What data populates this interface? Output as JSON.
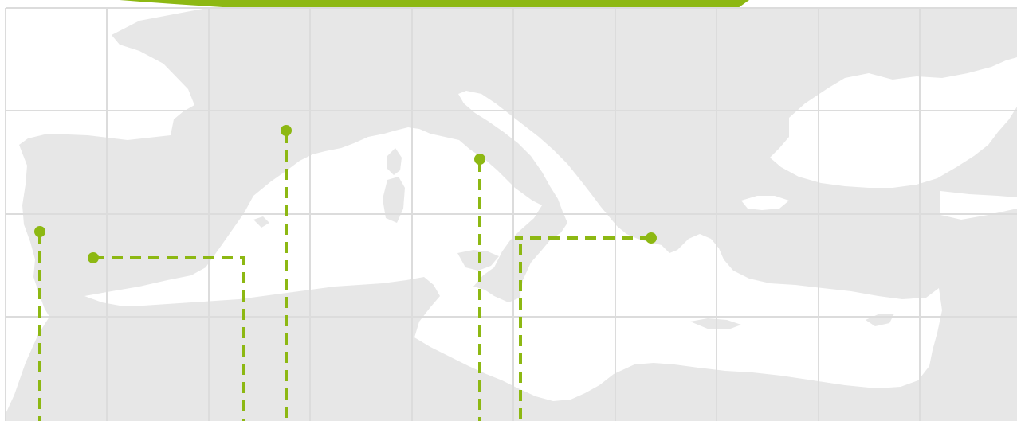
{
  "colors": {
    "background": "#ffffff",
    "land": "#e7e7e7",
    "sea": "#ffffff",
    "grid": "#ffffff",
    "accent": "#8db813",
    "accent_dark": "#5f7f0d"
  },
  "map": {
    "region": "mediterranean-basin",
    "grid": true,
    "markers": [
      {
        "id": "lisbon-area"
      },
      {
        "id": "andalusia-area"
      },
      {
        "id": "southern-france-area"
      },
      {
        "id": "central-italy-area"
      },
      {
        "id": "athens-area"
      }
    ]
  },
  "banner": {
    "visible": true
  }
}
